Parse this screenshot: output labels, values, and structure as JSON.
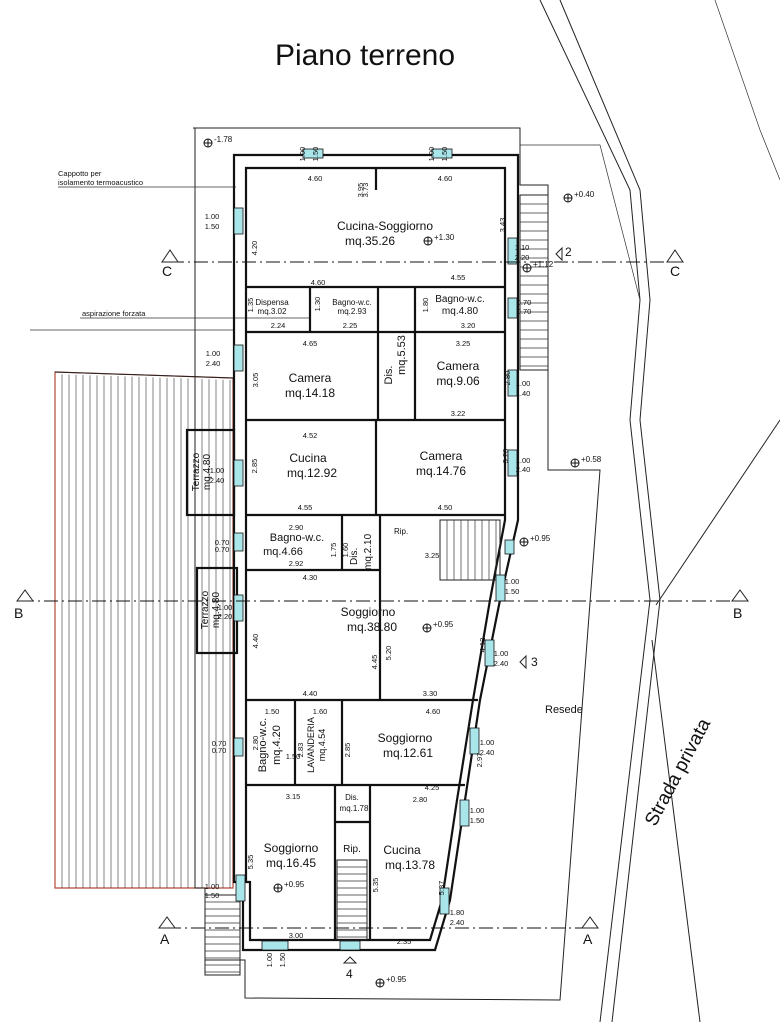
{
  "title": "Piano terreno",
  "notes": {
    "cappotto_line1": "Cappotto per",
    "cappotto_line2": "isolamento termoacustico",
    "aspirazione": "aspirazione forzata"
  },
  "outside_labels": {
    "resede": "Resede",
    "strada": "Strada privata"
  },
  "section_markers": {
    "c_left": "C",
    "c_right": "C",
    "b_left": "B",
    "b_right": "B",
    "a_left": "A",
    "a_right": "A",
    "mark_2": "2",
    "mark_3": "3",
    "mark_4": "4"
  },
  "rooms": {
    "cucina_soggiorno": {
      "name": "Cucina-Soggiorno",
      "area": "mq.35.26"
    },
    "dispensa": {
      "name": "Dispensa",
      "area": "mq.3.02"
    },
    "bagno1": {
      "name": "Bagno-w.c.",
      "area": "mq.2.93"
    },
    "bagno2": {
      "name": "Bagno-w.c.",
      "area": "mq.4.80"
    },
    "camera1": {
      "name": "Camera",
      "area": "mq.14.18"
    },
    "dis1": {
      "name": "Dis.",
      "area": "mq.5.53"
    },
    "camera2": {
      "name": "Camera",
      "area": "mq.9.06"
    },
    "cucina1": {
      "name": "Cucina",
      "area": "mq.12.92"
    },
    "camera3": {
      "name": "Camera",
      "area": "mq.14.76"
    },
    "bagno3": {
      "name": "Bagno-w.c.",
      "area": "mq.4.66"
    },
    "dis2": {
      "name": "Dis.",
      "area": "mq.2.10"
    },
    "rip1": {
      "name": "Rip."
    },
    "soggiorno1": {
      "name": "Soggiorno",
      "area": "mq.38.80"
    },
    "terrazzo1": {
      "name": "Terrazzo",
      "area": "mq.4.80"
    },
    "terrazzo2": {
      "name": "Terrazzo",
      "area": "mq.4.80"
    },
    "bagno4": {
      "name": "Bagno-w.c.",
      "area": "mq.4.20"
    },
    "lavanderia": {
      "name": "LAVANDERIA",
      "area": "mq.4.54"
    },
    "soggiorno2": {
      "name": "Soggiorno",
      "area": "mq.12.61"
    },
    "dis3": {
      "name": "Dis.",
      "area": "mq.1.78"
    },
    "soggiorno3": {
      "name": "Soggiorno",
      "area": "mq.16.45"
    },
    "rip2": {
      "name": "Rip."
    },
    "cucina2": {
      "name": "Cucina",
      "area": "mq.13.78"
    }
  },
  "levels": {
    "l1": "-1.78",
    "l2": "+0.40",
    "l3": "+1.30",
    "l4": "+1.12",
    "l5": "+0.58",
    "l6": "+0.95",
    "l7": "+0.95",
    "l8": "+0.95",
    "l9": "+0.95"
  },
  "dimensions": [
    "4.60",
    "4.60",
    "3.95",
    "3.73",
    "3.43",
    "4.20",
    "4.60",
    "4.55",
    "1.35",
    "2.24",
    "1.30",
    "2.25",
    "1.80",
    "3.20",
    "4.65",
    "3.25",
    "3.05",
    "2.80",
    "3.22",
    "4.52",
    "2.85",
    "3.28",
    "4.55",
    "4.50",
    "2.90",
    "1.60",
    "1.75",
    "2.92",
    "3.25",
    "4.30",
    "4.40",
    "4.45",
    "5.20",
    "4.12",
    "4.40",
    "3.30",
    "1.50",
    "1.60",
    "4.60",
    "2.80",
    "2.83",
    "2.85",
    "1.50",
    "2.97",
    "4.25",
    "3.15",
    "2.80",
    "5.35",
    "5.35",
    "5.37",
    "3.00",
    "2.35",
    "1.00",
    "1.50",
    "1.00",
    "1.50",
    "1.00",
    "1.50",
    "1.10",
    "2.20",
    "0.70",
    "0.70",
    "1.00",
    "2.40",
    "1.00",
    "1.40",
    "1.00",
    "2.40",
    "1.00",
    "2.40",
    "0.70",
    "0.70",
    "1.00",
    "1.50",
    "1.00",
    "2.20",
    "1.00",
    "2.40",
    "0.70",
    "0.70",
    "1.00",
    "2.40",
    "1.00",
    "1.50",
    "1.00",
    "1.50",
    "1.80",
    "2.40",
    "1.00",
    "1.50"
  ]
}
